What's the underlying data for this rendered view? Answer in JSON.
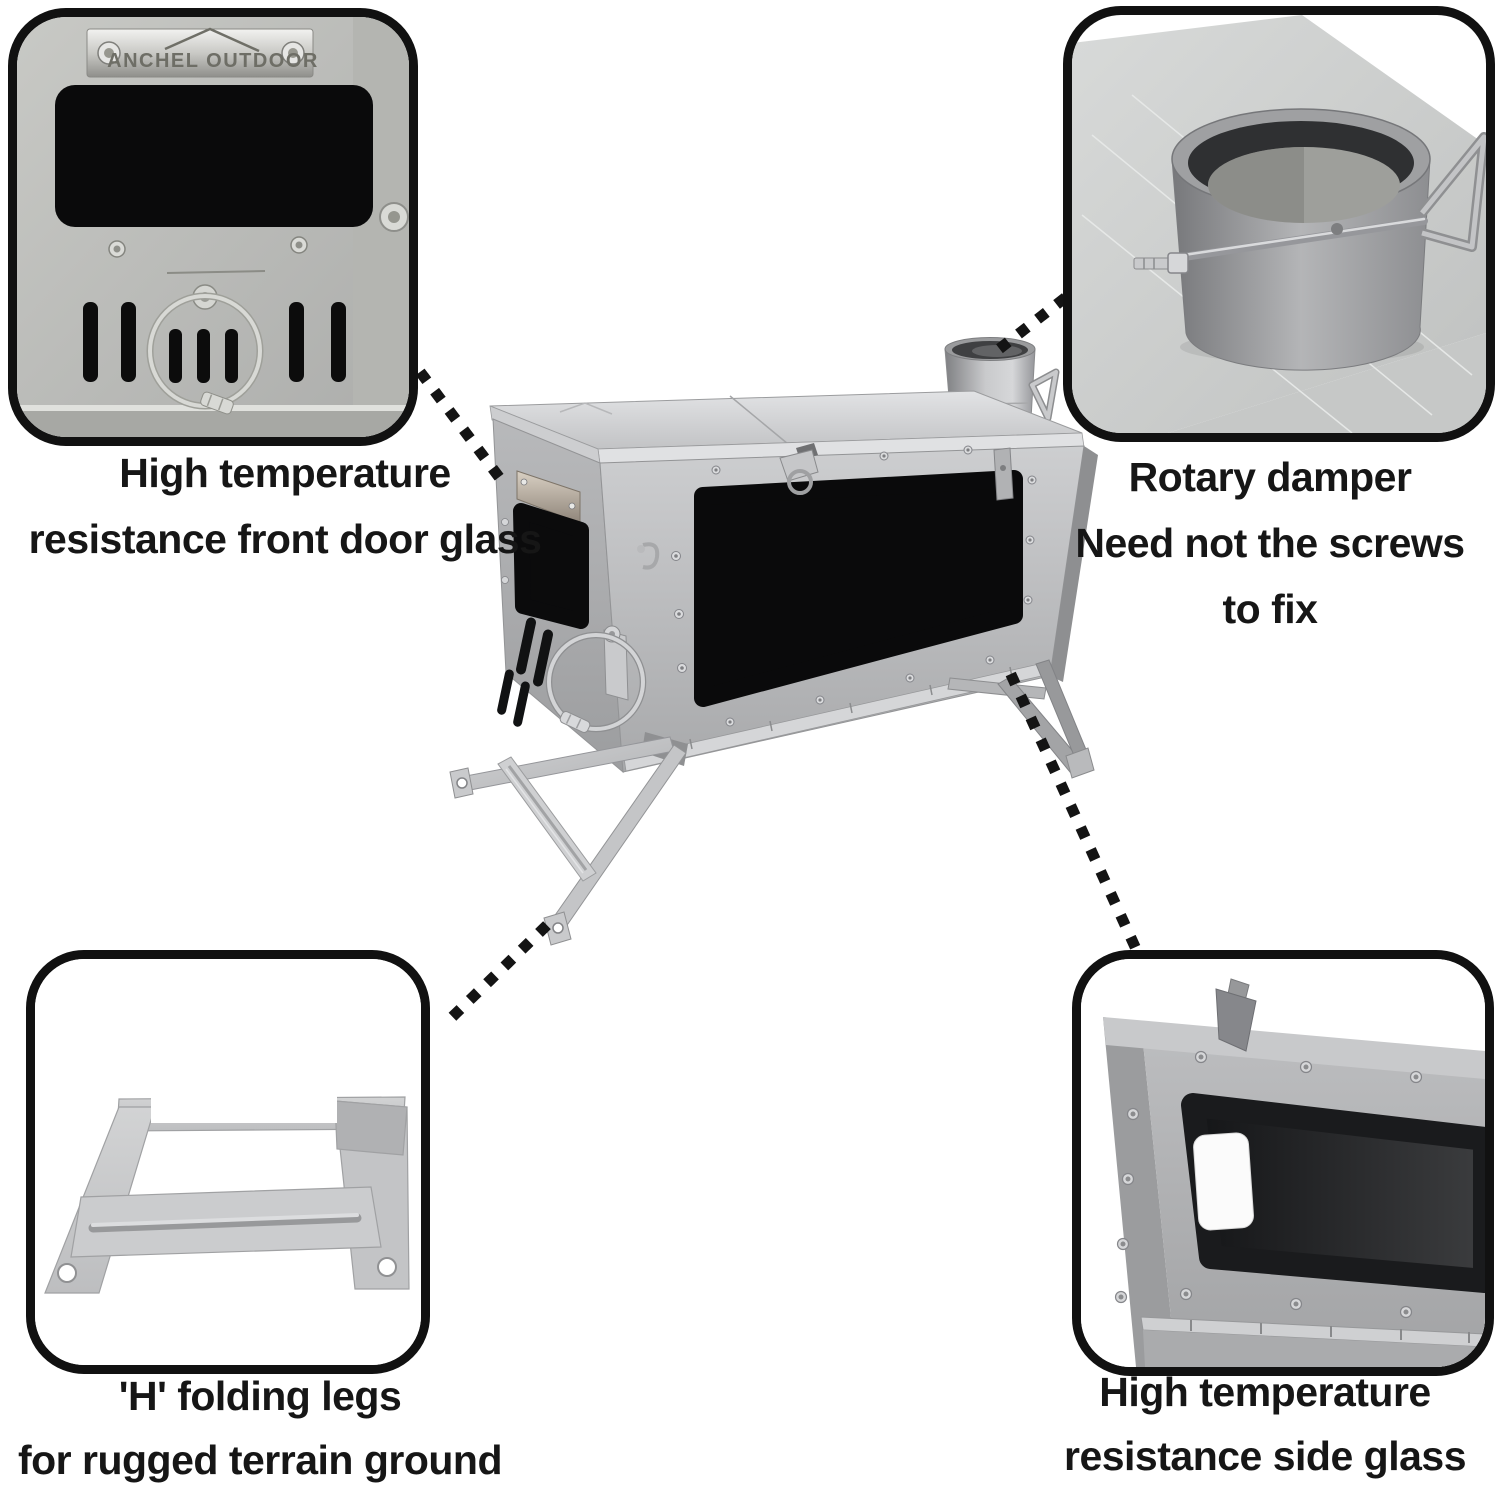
{
  "callouts": {
    "top_left": {
      "feature": "front-door-glass",
      "lines": [
        "High temperature",
        "resistance front door glass"
      ]
    },
    "top_right": {
      "feature": "rotary-damper",
      "lines": [
        "Rotary damper",
        "Need not the screws",
        "to fix"
      ]
    },
    "bottom_left": {
      "feature": "h-folding-legs",
      "lines": [
        "'H' folding legs",
        "for rugged terrain ground"
      ]
    },
    "bottom_right": {
      "feature": "side-glass",
      "lines": [
        "High temperature",
        "resistance side glass"
      ]
    }
  },
  "brand_plate_text": "ANCHEL OUTDOOR",
  "colors": {
    "background": "#ffffff",
    "text": "#161616",
    "inset_border": "#111111",
    "connector_dot": "#141414",
    "metal_light": "#dfe0e2",
    "metal_mid": "#b9babc",
    "metal_dark": "#8f9092",
    "glass_black": "#0b0b0c"
  }
}
